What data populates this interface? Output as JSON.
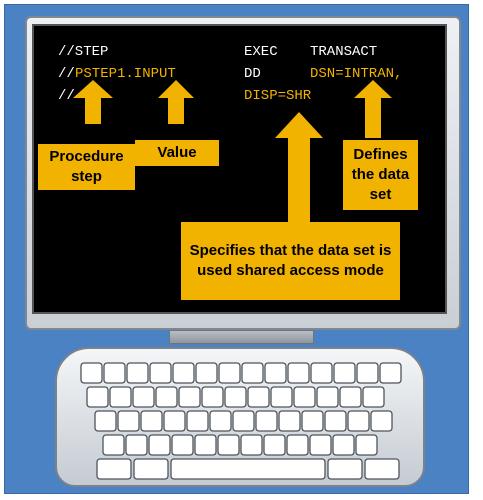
{
  "code": {
    "line1": {
      "col1": "//STEP",
      "col2": "EXEC",
      "col3": "TRANSACT"
    },
    "line2": {
      "prefix": "//",
      "step": "PSTEP1.INPUT",
      "col2": "DD",
      "col3": "DSN=INTRAN,"
    },
    "line3": {
      "prefix": "//",
      "disp": "DISP=SHR"
    }
  },
  "callouts": {
    "procedure_step": "Procedure step",
    "value": "Value",
    "defines": "Defines the data set",
    "specifies": "Specifies that the data set is used shared access mode"
  },
  "colors": {
    "background_frame": "#4a82c3",
    "screen": "#000000",
    "accent": "#f2b200",
    "code_text": "#ffffff"
  },
  "icons": [
    "monitor-icon",
    "keyboard-icon",
    "up-arrow-icon"
  ]
}
